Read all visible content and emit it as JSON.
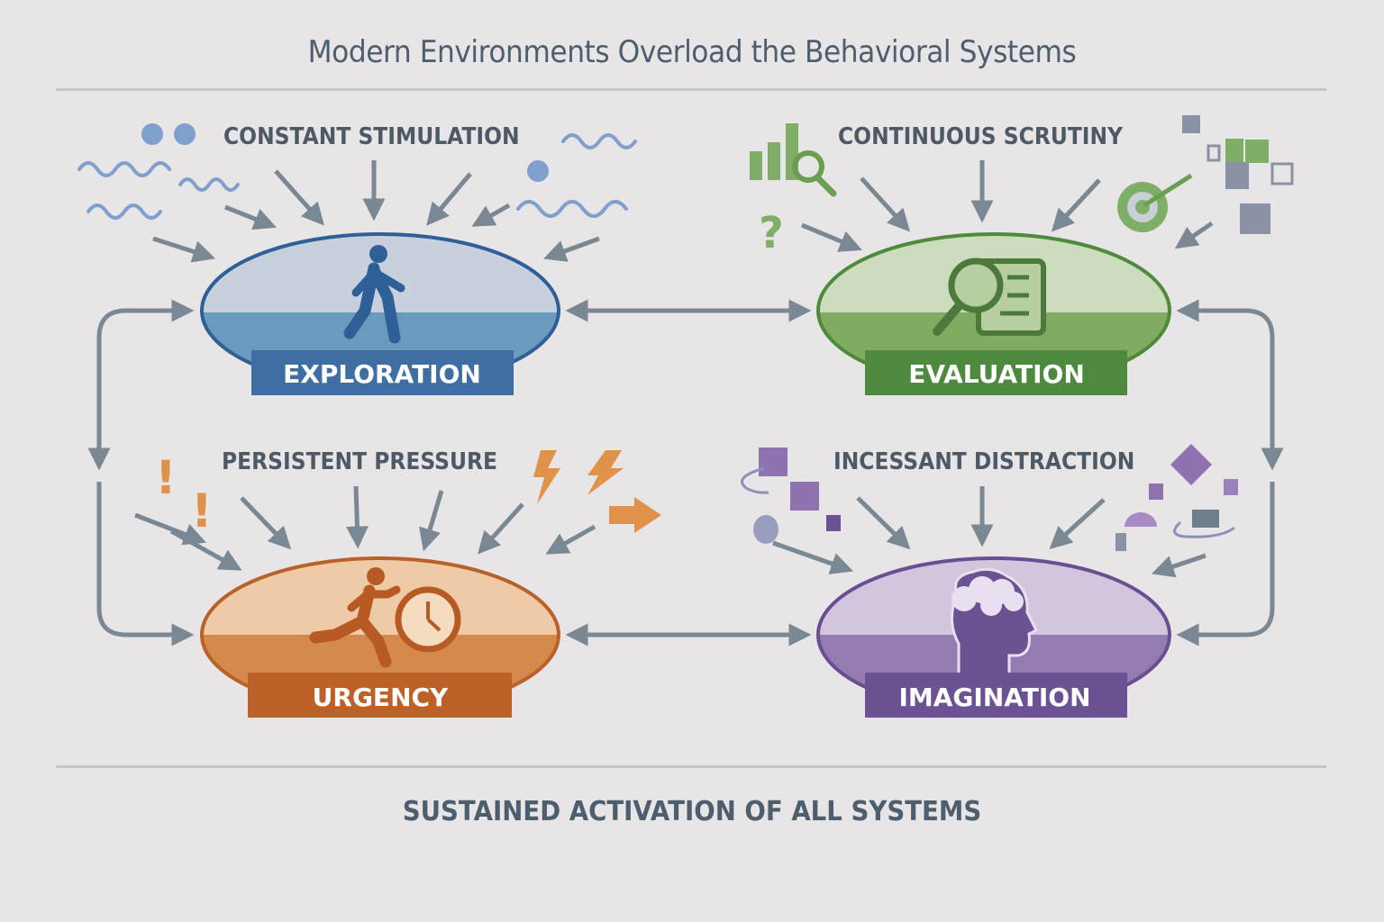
{
  "title": "Modern Environments Overload the Behavioral Systems",
  "footer": "SUSTAINED ACTIVATION OF ALL SYSTEMS",
  "systems": [
    {
      "id": "exploration",
      "label": "EXPLORATION",
      "input": "CONSTANT STIMULATION",
      "icon": "walking-person-icon",
      "colors": {
        "top": "#c8d0de",
        "bottom": "#6a9bbf",
        "border": "#2e5f97",
        "band": "#3f6ea3",
        "accent": "#7f9fcc"
      }
    },
    {
      "id": "evaluation",
      "label": "EVALUATION",
      "input": "CONTINUOUS SCRUTINY",
      "icon": "magnifier-document-icon",
      "colors": {
        "top": "#cddcbc",
        "bottom": "#80ac62",
        "border": "#4d8a3c",
        "band": "#4d8a3e",
        "accent": "#7fae66"
      }
    },
    {
      "id": "urgency",
      "label": "URGENCY",
      "input": "PERSISTENT PRESSURE",
      "icon": "running-person-clock-icon",
      "colors": {
        "top": "#eecba6",
        "bottom": "#d48a4c",
        "border": "#b8622a",
        "band": "#bc6228",
        "accent": "#e0924a"
      }
    },
    {
      "id": "imagination",
      "label": "IMAGINATION",
      "input": "INCESSANT DISTRACTION",
      "icon": "head-cloud-icon",
      "colors": {
        "top": "#d2c6dc",
        "bottom": "#957cb0",
        "border": "#6a4e94",
        "band": "#6b5393",
        "accent": "#8e73b0"
      }
    }
  ],
  "connector_color": "#7a8894"
}
